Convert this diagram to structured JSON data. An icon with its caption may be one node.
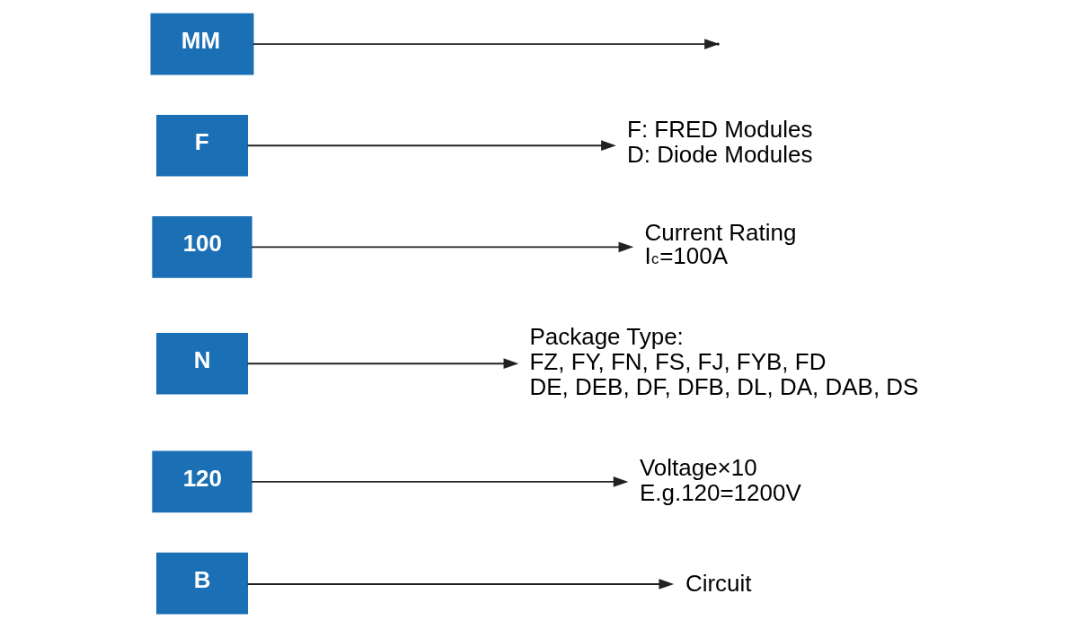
{
  "diagram": {
    "nodes": [
      {
        "text": [
          "MM"
        ]
      },
      {
        "text": [
          "F"
        ]
      },
      {
        "text": [
          "100"
        ]
      },
      {
        "text": [
          "N"
        ]
      },
      {
        "text": [
          "120"
        ]
      },
      {
        "text": [
          "B"
        ]
      },
      {
        "text": [
          "Circuit"
        ]
      },
      {
        "text": [
          "Voltage×10",
          "E.g.120=1200V"
        ]
      },
      {
        "text": [
          "Package Type:",
          "FZ, FY, FN, FS, FJ, FYB, FD",
          "DE, DEB, DF, DFB, DL, DA, DAB, DS"
        ]
      },
      {
        "text": [
          "Current Rating",
          "I$_{c}$=100A"
        ]
      },
      {
        "text": [
          "F: FRED Modules",
          "D: Diode Modules"
        ]
      }
    ],
    "edges": [
      {
        "from": 5,
        "to": 6,
        "arrow": "to"
      },
      {
        "from": 4,
        "to": 7,
        "arrow": "to"
      },
      {
        "from": 3,
        "to": 8,
        "arrow": "to"
      },
      {
        "from": 2,
        "to": 9,
        "arrow": "to"
      },
      {
        "from": 1,
        "to": 10,
        "arrow": "to"
      },
      {
        "from": 0,
        "to": null,
        "arrow": "to"
      }
    ]
  }
}
